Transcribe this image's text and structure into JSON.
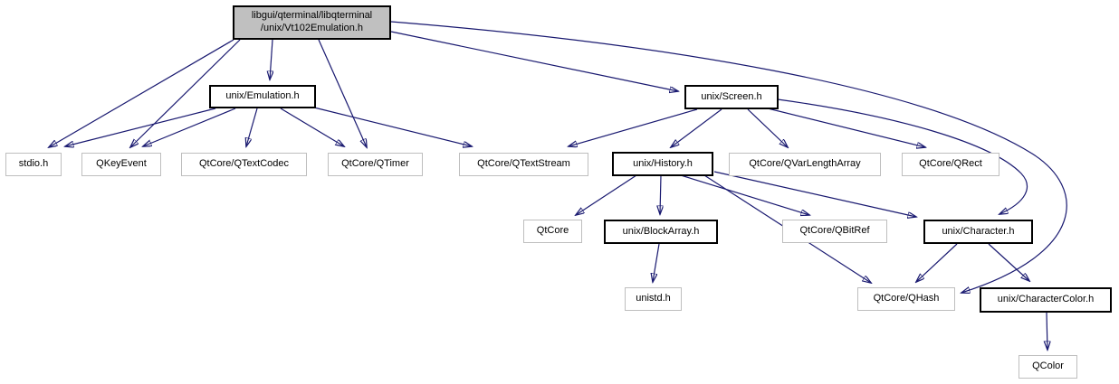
{
  "diagram": {
    "kind": "include-dependency-graph",
    "root_file": "libgui/qterminal/libqterminal/unix/Vt102Emulation.h"
  },
  "colors": {
    "edge": "#191970",
    "root_fill": "#c0c0c0",
    "project_node_border": "#000000",
    "external_node_border": "#bebebe",
    "background": "#ffffff",
    "text": "#000000"
  },
  "nodes": [
    {
      "id": "root",
      "label": "libgui/qterminal/libqterminal\n/unix/Vt102Emulation.h",
      "kind": "root"
    },
    {
      "id": "emulation",
      "label": "unix/Emulation.h",
      "kind": "project"
    },
    {
      "id": "screen",
      "label": "unix/Screen.h",
      "kind": "project"
    },
    {
      "id": "stdio",
      "label": "stdio.h",
      "kind": "external"
    },
    {
      "id": "qkeyevent",
      "label": "QKeyEvent",
      "kind": "external"
    },
    {
      "id": "qtextcodec",
      "label": "QtCore/QTextCodec",
      "kind": "external"
    },
    {
      "id": "qtimer",
      "label": "QtCore/QTimer",
      "kind": "external"
    },
    {
      "id": "qtextstream",
      "label": "QtCore/QTextStream",
      "kind": "external"
    },
    {
      "id": "history",
      "label": "unix/History.h",
      "kind": "project"
    },
    {
      "id": "qvarlengtharray",
      "label": "QtCore/QVarLengthArray",
      "kind": "external"
    },
    {
      "id": "qrect",
      "label": "QtCore/QRect",
      "kind": "external"
    },
    {
      "id": "qtcore",
      "label": "QtCore",
      "kind": "external"
    },
    {
      "id": "blockarray",
      "label": "unix/BlockArray.h",
      "kind": "project"
    },
    {
      "id": "qbitref",
      "label": "QtCore/QBitRef",
      "kind": "external"
    },
    {
      "id": "character",
      "label": "unix/Character.h",
      "kind": "project"
    },
    {
      "id": "unistd",
      "label": "unistd.h",
      "kind": "external"
    },
    {
      "id": "qhash",
      "label": "QtCore/QHash",
      "kind": "external"
    },
    {
      "id": "charactercolor",
      "label": "unix/CharacterColor.h",
      "kind": "project"
    },
    {
      "id": "qcolor",
      "label": "QColor",
      "kind": "external"
    }
  ],
  "edges": [
    {
      "from": "root",
      "to": "emulation"
    },
    {
      "from": "root",
      "to": "screen"
    },
    {
      "from": "root",
      "to": "stdio"
    },
    {
      "from": "root",
      "to": "qkeyevent"
    },
    {
      "from": "root",
      "to": "qtimer"
    },
    {
      "from": "root",
      "to": "qhash"
    },
    {
      "from": "emulation",
      "to": "stdio"
    },
    {
      "from": "emulation",
      "to": "qkeyevent"
    },
    {
      "from": "emulation",
      "to": "qtextcodec"
    },
    {
      "from": "emulation",
      "to": "qtimer"
    },
    {
      "from": "emulation",
      "to": "qtextstream"
    },
    {
      "from": "screen",
      "to": "qtextstream"
    },
    {
      "from": "screen",
      "to": "history"
    },
    {
      "from": "screen",
      "to": "qvarlengtharray"
    },
    {
      "from": "screen",
      "to": "qrect"
    },
    {
      "from": "screen",
      "to": "character"
    },
    {
      "from": "history",
      "to": "qtcore"
    },
    {
      "from": "history",
      "to": "blockarray"
    },
    {
      "from": "history",
      "to": "qbitref"
    },
    {
      "from": "history",
      "to": "qhash"
    },
    {
      "from": "history",
      "to": "character"
    },
    {
      "from": "blockarray",
      "to": "unistd"
    },
    {
      "from": "character",
      "to": "qhash"
    },
    {
      "from": "character",
      "to": "charactercolor"
    },
    {
      "from": "charactercolor",
      "to": "qcolor"
    }
  ]
}
